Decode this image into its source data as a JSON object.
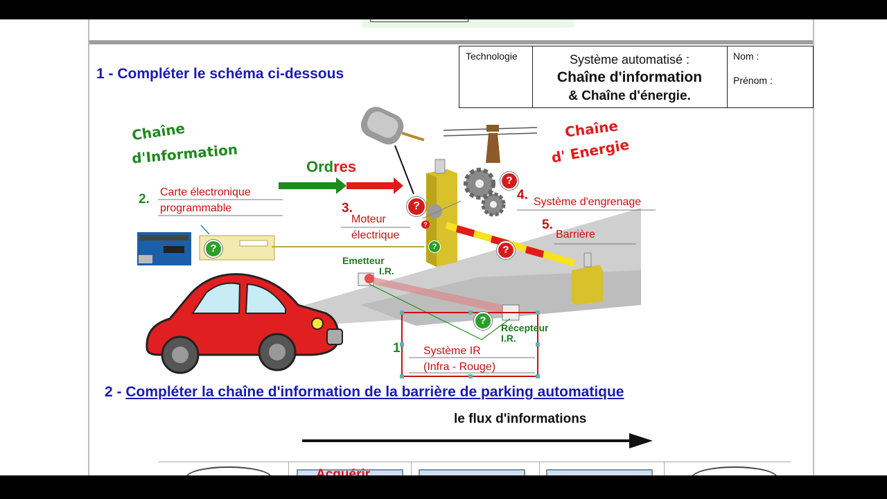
{
  "header": {
    "col_subject": "Technologie",
    "title_line1": "Système automatisé :",
    "title_line2": "Chaîne d'information",
    "title_line3": "& Chaîne d'énergie.",
    "nom_label": "Nom :",
    "prenom_label": "Prénom :"
  },
  "question1": "1 - Compléter le schéma ci-dessous",
  "question2": {
    "prefix": "2 - ",
    "text": "Compléter la chaîne d'information  de la barrière de parking automatique "
  },
  "diagram": {
    "chaine_info_line1": "Chaîne",
    "chaine_info_line2": "d'Information",
    "chaine_energie_line1": "Chaîne",
    "chaine_energie_line2": "d' Energie",
    "ordres_part1": "Ord",
    "ordres_part2": "res",
    "labels": [
      {
        "num": "2.",
        "line1": "Carte électronique",
        "line2": "programmable"
      },
      {
        "num": "3.",
        "line1": "Moteur",
        "line2": "électrique"
      },
      {
        "num": "4.",
        "line1": "Système d'engrenage"
      },
      {
        "num": "5.",
        "line1": "Barrière"
      },
      {
        "num": "1.",
        "line1": "Système IR",
        "line2": "(Infra - Rouge)"
      }
    ],
    "emetteur_line1": "Emetteur",
    "emetteur_line2": "I.R.",
    "recepteur_line1": "Récepteur",
    "recepteur_line2": "I.R.",
    "question_mark": "?"
  },
  "flux_label": "le flux d'informations",
  "bottom_partial_label": "Acquérir",
  "colors": {
    "question_blue": "#1a1ab0",
    "label_red": "#c81010",
    "chain_green": "#1c7a1c",
    "car_red": "#e02020"
  }
}
